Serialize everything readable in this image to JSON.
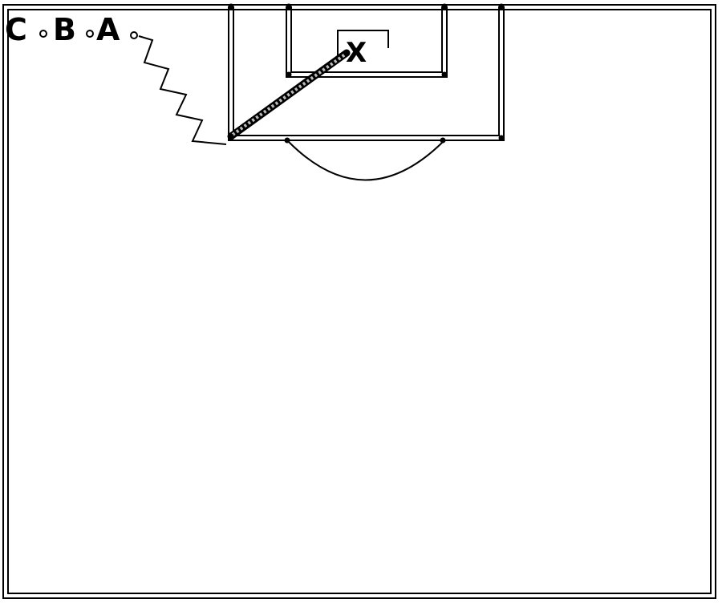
{
  "players": [
    {
      "id": "C",
      "label": "C"
    },
    {
      "id": "B",
      "label": "B"
    },
    {
      "id": "A",
      "label": "A"
    }
  ],
  "target": {
    "label": "X"
  },
  "colors": {
    "line": "#000000",
    "background": "#ffffff",
    "pass_fill": "#bbbbbb"
  }
}
